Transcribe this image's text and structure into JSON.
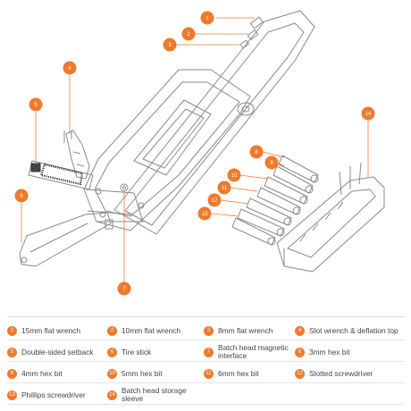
{
  "callout_color": "#ee7a2e",
  "outline_color": "#8a8a8a",
  "callouts": [
    "1",
    "2",
    "3",
    "4",
    "5",
    "6",
    "7",
    "8",
    "9",
    "10",
    "11",
    "12",
    "13",
    "14"
  ],
  "legend": [
    {
      "num": "1",
      "label": "15mm flat wrench"
    },
    {
      "num": "2",
      "label": "10mm flat wrench"
    },
    {
      "num": "3",
      "label": "8mm flat wrench"
    },
    {
      "num": "4",
      "label": "Slot wrench & deflation top"
    },
    {
      "num": "5",
      "label": "Double-sided setback"
    },
    {
      "num": "6",
      "label": "Tire stick"
    },
    {
      "num": "7",
      "label": "Batch head magnetic interface"
    },
    {
      "num": "8",
      "label": "3mm hex bit"
    },
    {
      "num": "9",
      "label": "4mm hex bit"
    },
    {
      "num": "10",
      "label": "5mm hex bit"
    },
    {
      "num": "11",
      "label": "6mm hex bit"
    },
    {
      "num": "12",
      "label": "Slotted screwdriver"
    },
    {
      "num": "13",
      "label": "Phillips screwdriver"
    },
    {
      "num": "14",
      "label": "Batch head storage sleeve"
    }
  ]
}
